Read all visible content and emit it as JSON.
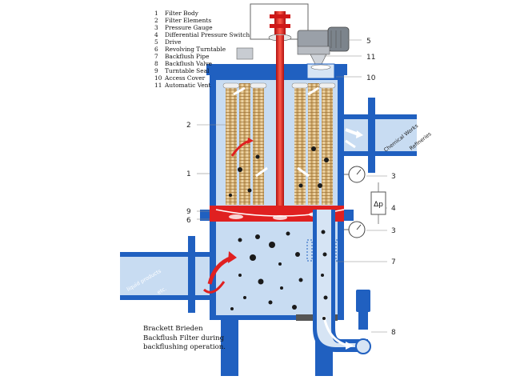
{
  "legend": [
    {
      "num": "1",
      "text": "Filter Body"
    },
    {
      "num": "2",
      "text": "Filter Elements"
    },
    {
      "num": "3",
      "text": "Pressure Gauge"
    },
    {
      "num": "4",
      "text": "Differential Pressure Switch"
    },
    {
      "num": "5",
      "text": "Drive"
    },
    {
      "num": "6",
      "text": "Revolving Turntable"
    },
    {
      "num": "7",
      "text": "Backflush Pipe"
    },
    {
      "num": "8",
      "text": "Backflush Valve"
    },
    {
      "num": "9",
      "text": "Turntable Seal"
    },
    {
      "num": "10",
      "text": "Access Cover"
    },
    {
      "num": "11",
      "text": "Automatic Vent"
    }
  ],
  "callouts": {
    "c5": "5",
    "c11": "11",
    "c10": "10",
    "c2": "2",
    "c1": "1",
    "c3a": "3",
    "c4": "4",
    "c3b": "3",
    "c9": "9",
    "c6": "6",
    "c7": "7",
    "c8": "8"
  },
  "pipe_labels": {
    "outlet_line1": "Chemical Works",
    "outlet_line2": "Refineries",
    "inlet_line1": "liquid products",
    "inlet_line2": "etc."
  },
  "gauge_symbol": "Δp",
  "caption": {
    "line1": "Brackett Brieden",
    "line2": "Backflush Filter during",
    "line3": "backflushing operation."
  },
  "colors": {
    "body_blue": "#2060c0",
    "body_light": "#c8dcf2",
    "element_tan": "#e8c890",
    "turntable_red": "#e02020",
    "particle": "#1a1a1a"
  }
}
